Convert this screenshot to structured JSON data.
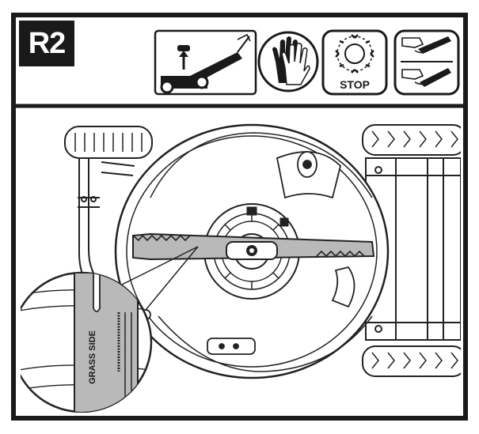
{
  "step": {
    "label": "R2"
  },
  "symbols": [
    {
      "icon": "tilt-mower-icon"
    },
    {
      "icon": "wear-gloves-icon"
    },
    {
      "icon": "stop-blade-icon",
      "caption": "STOP"
    },
    {
      "icon": "remove-install-blade-icon"
    }
  ],
  "illustration": {
    "blade_marking": "GRASS SIDE"
  },
  "colors": {
    "frame": "#1a1a1a",
    "label_bg": "#1a1a1a",
    "label_text": "#ffffff",
    "blade_fill": "#b9b9b9",
    "line": "#222222"
  }
}
